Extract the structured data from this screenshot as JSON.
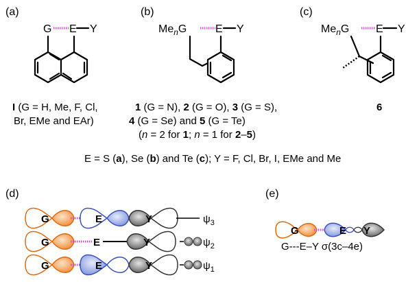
{
  "panels": {
    "a": {
      "label": "(a)",
      "G": "G",
      "E": "E",
      "Y": "Y",
      "caption": {
        "compound": "I",
        "line1": " (G = H, Me, F, Cl,",
        "line2": "Br, EMe and EAr)"
      }
    },
    "b": {
      "label": "(b)",
      "me": "Me",
      "n": "n",
      "G": "G",
      "E": "E",
      "Y": "Y",
      "caption": {
        "c1": "1",
        "t1": " (G = N), ",
        "c2": "2",
        "t2": " (G = O), ",
        "c3": "3",
        "t3": " (G = S),",
        "c4": "4",
        "t4": " (G = Se) and ",
        "c5": "5",
        "t5": " (G = Te)",
        "p_open": "(",
        "p_n1": "n",
        "p_mid1": " = 2 for ",
        "p_c1": "1",
        "p_sep": "; ",
        "p_n2": "n",
        "p_mid2": " = 1 for ",
        "p_c2": "2",
        "p_dash": "–",
        "p_c3": "5",
        "p_close": ")"
      }
    },
    "c": {
      "label": "(c)",
      "me": "Me",
      "n": "n",
      "G": "G",
      "E": "E",
      "Y": "Y",
      "caption": {
        "compound": "6"
      }
    },
    "legend": {
      "s1": "E = S (",
      "a": "a",
      "s2": "), Se (",
      "b": "b",
      "s3": ") and Te (",
      "c": "c",
      "s4": "); Y = F, Cl, Br, I, EMe and Me"
    },
    "d": {
      "label": "(d)",
      "rows": [
        {
          "G": "G",
          "E": "E",
          "Y": "Y",
          "psi": "ψ",
          "sub": "3"
        },
        {
          "G": "G",
          "E": "E",
          "Y": "Y",
          "psi": "ψ",
          "sub": "2"
        },
        {
          "G": "G",
          "E": "E",
          "Y": "Y",
          "psi": "ψ",
          "sub": "1"
        }
      ]
    },
    "e": {
      "label": "(e)",
      "G": "G",
      "E": "E",
      "Y": "Y",
      "caption": "G---E–Y σ(3c–4e)"
    }
  },
  "colors": {
    "orange_orbital": "#f5a560",
    "orange_outline": "#e06a10",
    "blue_orbital": "#a9b8ea",
    "blue_outline": "#3c50c0",
    "gray_orbital": "#8a8a8a",
    "hbond": "#d34fd0"
  }
}
